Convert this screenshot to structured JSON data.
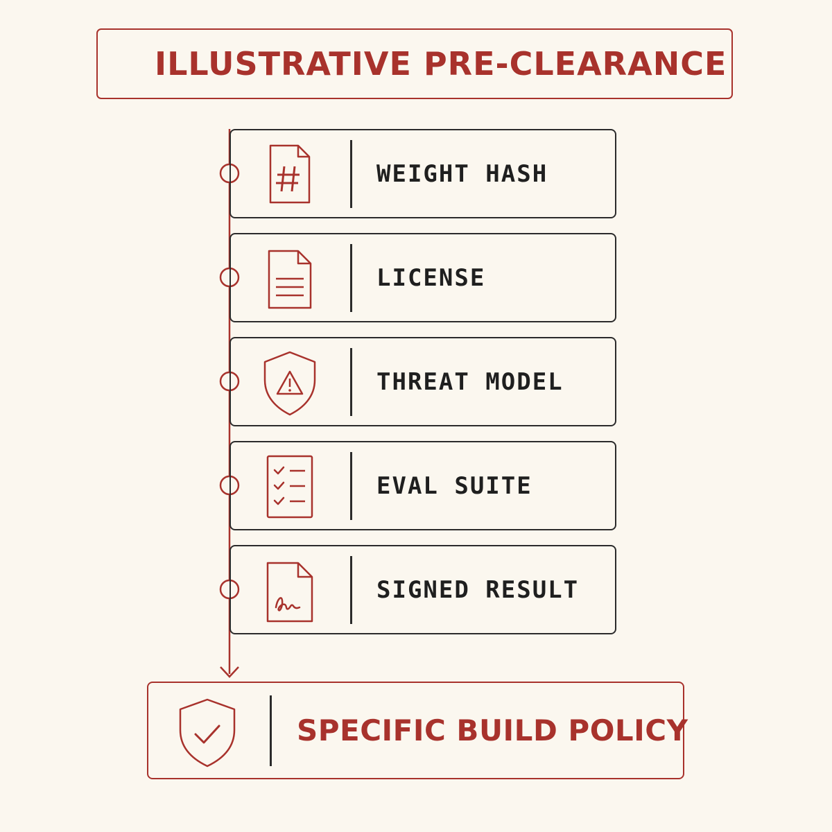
{
  "title": "ILLUSTRATIVE PRE-CLEARANCE",
  "steps": [
    {
      "label": "WEIGHT HASH",
      "icon": "hash-document-icon"
    },
    {
      "label": "LICENSE",
      "icon": "text-document-icon"
    },
    {
      "label": "THREAT MODEL",
      "icon": "warning-shield-icon"
    },
    {
      "label": "EVAL SUITE",
      "icon": "checklist-icon"
    },
    {
      "label": "SIGNED RESULT",
      "icon": "signed-document-icon"
    }
  ],
  "result": {
    "label": "SPECIFIC BUILD POLICY",
    "icon": "check-shield-icon"
  },
  "colors": {
    "accent": "#a8322c",
    "ink": "#2b2b2b",
    "background": "#fbf7ef"
  }
}
